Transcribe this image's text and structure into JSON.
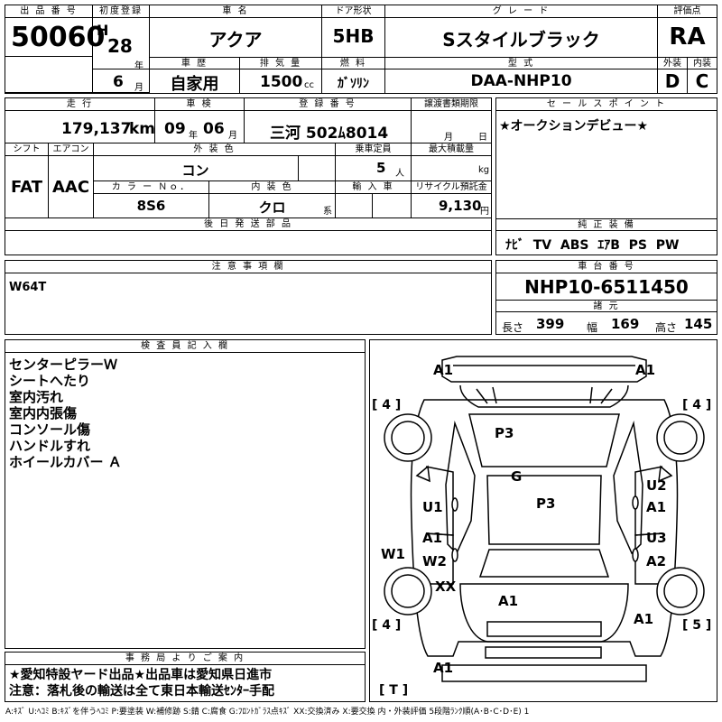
{
  "header": {
    "lot_number_label": "出 品 番 号",
    "lot_number": "50060",
    "first_reg_label": "初度登録",
    "era": "H",
    "year": "28",
    "year_unit": "年",
    "month": "6",
    "month_unit": "月",
    "car_name_label": "車 名",
    "car_name": "アクア",
    "door_label": "ドア形状",
    "door": "5HB",
    "grade_label": "グ レ ー ド",
    "grade": "Sスタイルブラック",
    "score_label": "評価点",
    "score": "RA",
    "history_label": "車 歴",
    "history": "自家用",
    "displacement_label": "排 気 量",
    "displacement": "1500",
    "displacement_unit": "cc",
    "fuel_label": "燃 料",
    "fuel": "ｶﾞｿﾘﾝ",
    "model_label": "型 式",
    "model": "DAA-NHP10",
    "ext_label": "外装",
    "ext_score": "D",
    "int_label": "内装",
    "int_score": "C"
  },
  "row2": {
    "mileage_label": "走 行",
    "mileage": "179,137",
    "mileage_unit": "km",
    "inspection_label": "車 検",
    "insp_year": "09",
    "insp_year_unit": "年",
    "insp_month": "06",
    "insp_month_unit": "月",
    "reg_number_label": "登 録 番 号",
    "reg_number": "三河 502ﾑ8014",
    "transfer_label": "譲渡書類期限",
    "transfer_month_unit": "月",
    "transfer_day_unit": "日",
    "shift_label": "シフト",
    "shift": "FAT",
    "ac_label": "エアコン",
    "ac": "AAC",
    "ext_color_label": "外 装 色",
    "ext_color": "コン",
    "capacity_label": "乗車定員",
    "capacity": "5",
    "capacity_unit": "人",
    "max_load_label": "最大積載量",
    "max_load_unit": "kg",
    "color_no_label": "カ ラ ー Ｎｏ．",
    "color_no": "8S6",
    "int_color_label": "内 装 色",
    "int_color": "クロ",
    "int_color_unit": "系",
    "import_label": "輸 入 車",
    "recycle_label": "リサイクル預託金",
    "recycle": "9,130",
    "recycle_unit": "円",
    "later_parts_label": "後 日 発 送 部 品",
    "sales_point_label": "セ ー ル ス ポ イ ン ト",
    "sales_point": "★オークションデビュー★",
    "equipment_label": "純 正 装 備",
    "equipment": "ﾅﾋﾞ  TV  ABS  ｴｱB  PS  PW"
  },
  "notes": {
    "label": "注 意 事 項 欄",
    "text": "W64T"
  },
  "chassis": {
    "label": "車 台 番 号",
    "number": "NHP10-6511450",
    "specs_label": "諸 元",
    "length_label": "長さ",
    "length": "399",
    "width_label": "幅",
    "width": "169",
    "height_label": "高さ",
    "height": "145"
  },
  "inspector": {
    "label": "検 査 員 記 入 欄",
    "lines": [
      "センターピラーＷ",
      "シートへたり",
      "室内汚れ",
      "室内内張傷",
      "コンソール傷",
      "ハンドルすれ",
      "ホイールカバー Ａ"
    ]
  },
  "office": {
    "label": "事 務 局 よ り ご 案 内",
    "line1": "★愛知特設ヤード出品★出品車は愛知県日進市",
    "line2": "注意：落札後の輸送は全て東日本輸送ｾﾝﾀｰ手配"
  },
  "diagram": {
    "marks": [
      "A1",
      "A1",
      "P3",
      "G",
      "P3",
      "U1",
      "U2",
      "A1",
      "A1",
      "U3",
      "W2",
      "A2",
      "W1",
      "XX",
      "A1",
      "A1",
      "A1"
    ],
    "tires": [
      "[ 4 ]",
      "[ 4 ]",
      "[ 4 ]",
      "[ 5 ]",
      "[ T ]"
    ]
  },
  "legend": "A:ｷｽﾞ  U:ﾍｺﾐ  B:ｷｽﾞを伴うﾍｺﾐ  P:要塗装  W:補修跡  S:錆  C:腐食  G:ﾌﾛﾝﾄｶﾞﾗｽ点ｷｽﾞ  XX:交換済み  X:要交換   内・外装評価  5段階ﾗﾝｸ順(A･B･C･D･E) 1"
}
